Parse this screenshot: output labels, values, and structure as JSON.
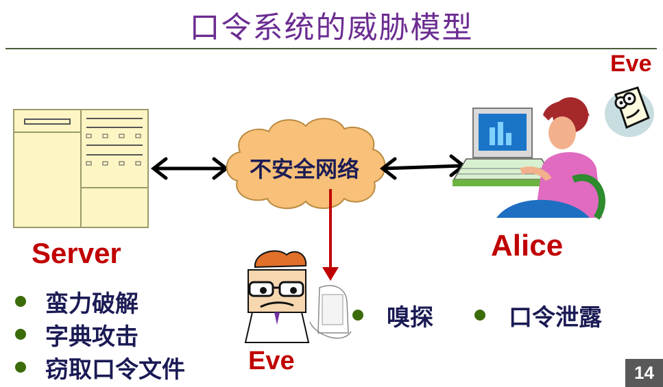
{
  "title": "口令系统的威胁模型",
  "server": {
    "label": "Server"
  },
  "network": {
    "label": "不安全网络"
  },
  "alice": {
    "label": "Alice"
  },
  "eve_bottom": {
    "label": "Eve"
  },
  "eve_top": {
    "label": "Eve"
  },
  "server_threats": [
    "蛮力破解",
    "字典攻击",
    "窃取口令文件"
  ],
  "eve_threats": [
    "嗅探",
    "口令泄露"
  ],
  "page_number": "14",
  "colors": {
    "title": "#6b2c91",
    "label_red": "#c00000",
    "bullet_text": "#1b1b55",
    "bullet_dot": "#3c6b0a",
    "cloud": "#f8c078",
    "server_fill": "#fdf5c4",
    "sniff_arrow": "#c00000"
  }
}
